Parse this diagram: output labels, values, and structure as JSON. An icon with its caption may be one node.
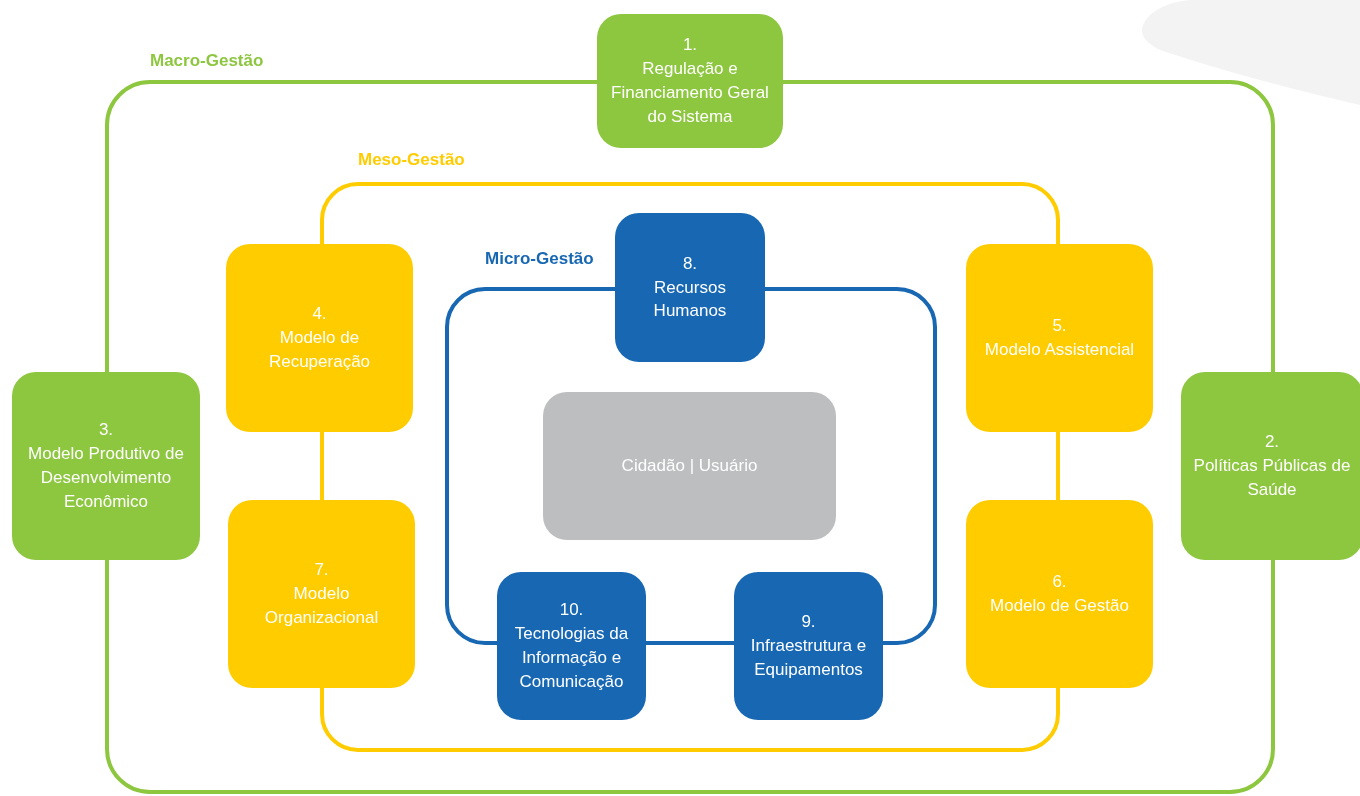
{
  "diagram": {
    "nodes": [
      {
        "text": [
          "Macro-Gestão"
        ]
      },
      {
        "text": [
          "1.",
          "Regulação e Financiamento Geral do Sistema"
        ]
      },
      {
        "text": [
          "3.",
          "Modelo Produtivo de Desenvolvimento Econômico"
        ]
      },
      {
        "text": [
          "2.",
          "Políticas Públicas de Saúde"
        ]
      },
      {
        "text": [
          "Meso-Gestão"
        ],
        "in": 0
      },
      {
        "text": [
          "4.",
          "Modelo de Recuperação"
        ],
        "in": 0
      },
      {
        "text": [
          "5.",
          "Modelo Assistencial"
        ],
        "in": 0
      },
      {
        "text": [
          "7.",
          "Modelo Organizacional"
        ],
        "in": 0
      },
      {
        "text": [
          "6.",
          "Modelo de Gestão"
        ],
        "in": 0
      },
      {
        "text": [
          "Micro-Gestão"
        ],
        "in": 4
      },
      {
        "text": [
          "8.",
          "Recursos Humanos"
        ],
        "in": 4
      },
      {
        "text": [
          "Cidadão | Usuário"
        ],
        "in": 9
      },
      {
        "text": [
          "10.",
          "Tecnologias da Informação e Comunicação"
        ],
        "in": 4
      },
      {
        "text": [
          "9.",
          "Infraestrutura e Equipamentos"
        ],
        "in": 4
      }
    ]
  }
}
